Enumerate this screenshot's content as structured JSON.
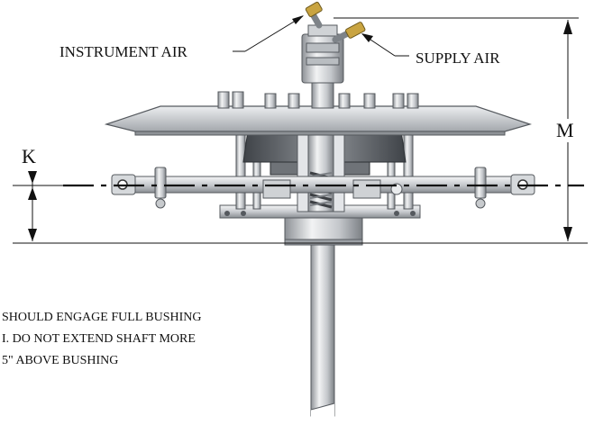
{
  "labels": {
    "instrument_air": "INSTRUMENT AIR",
    "supply_air": "SUPPLY AIR",
    "dim_k": "K",
    "dim_m": "M"
  },
  "note": {
    "line1": "SHOULD ENGAGE FULL BUSHING",
    "line2": "I. DO NOT EXTEND SHAFT MORE",
    "line3": "5\" ABOVE BUSHING"
  },
  "colors": {
    "line": "#111111",
    "metal_light": "#d9dcdf",
    "metal_mid": "#a9adb2",
    "metal_dark": "#55595e",
    "brass": "#c9a441"
  }
}
